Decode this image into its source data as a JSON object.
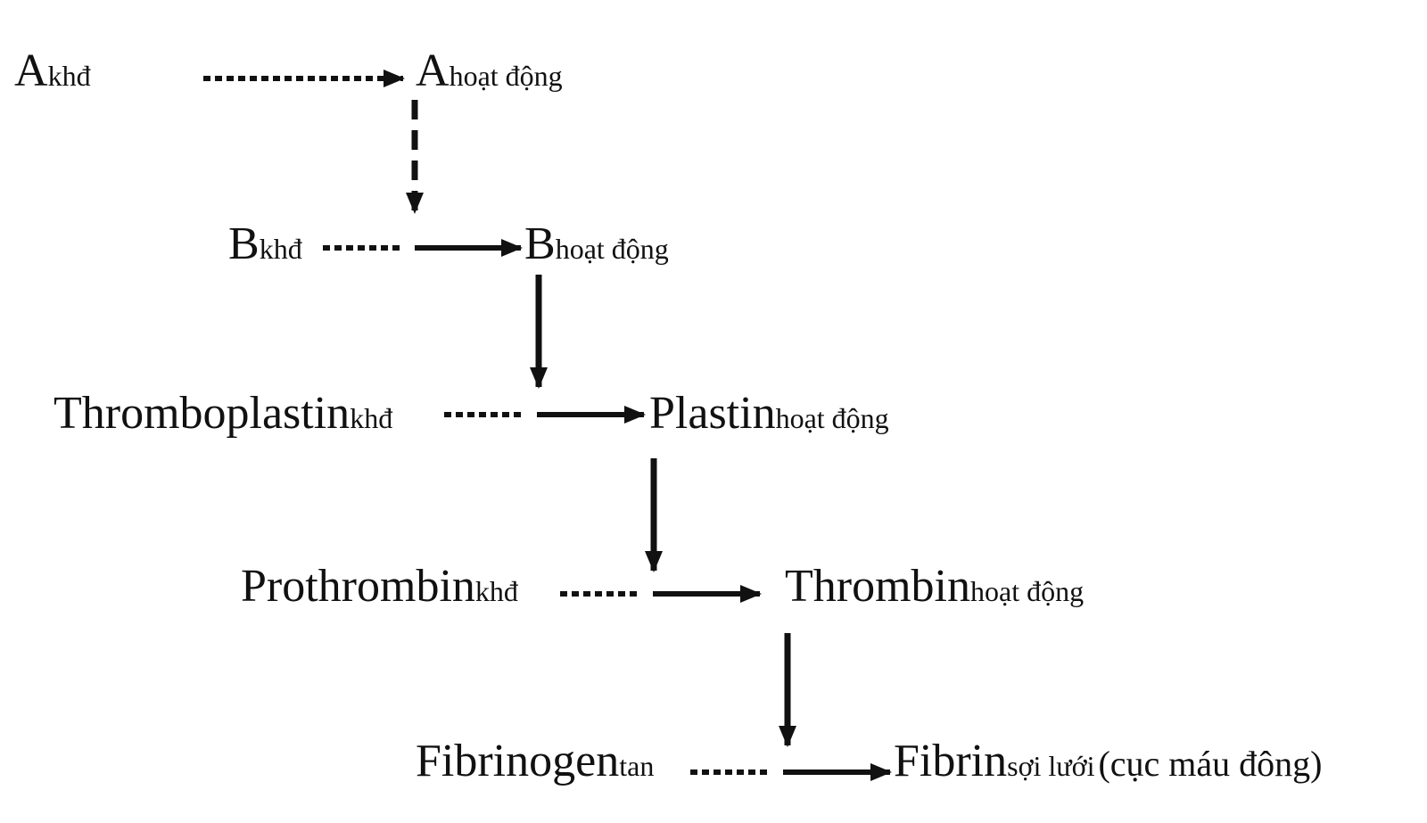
{
  "nodes": {
    "a_inactive": {
      "name": "A",
      "sub": "khđ"
    },
    "a_active": {
      "name": "A",
      "sub": "hoạt động"
    },
    "b_inactive": {
      "name": "B",
      "sub": "khđ"
    },
    "b_active": {
      "name": "B",
      "sub": "hoạt động"
    },
    "thromboplastin_inactive": {
      "name": "Thromboplastin",
      "sub": "khđ"
    },
    "plastin_active": {
      "name": "Plastin",
      "sub": "hoạt động"
    },
    "prothrombin_inactive": {
      "name": "Prothrombin",
      "sub": "khđ"
    },
    "thrombin_active": {
      "name": "Thrombin",
      "sub": "hoạt động"
    },
    "fibrinogen": {
      "name": "Fibrinogen",
      "sub": "tan"
    },
    "fibrin": {
      "name": "Fibrin",
      "sub": "sợi lưới",
      "note": "(cục máu đông)"
    }
  },
  "colors": {
    "ink": "#111111",
    "background": "#ffffff"
  }
}
